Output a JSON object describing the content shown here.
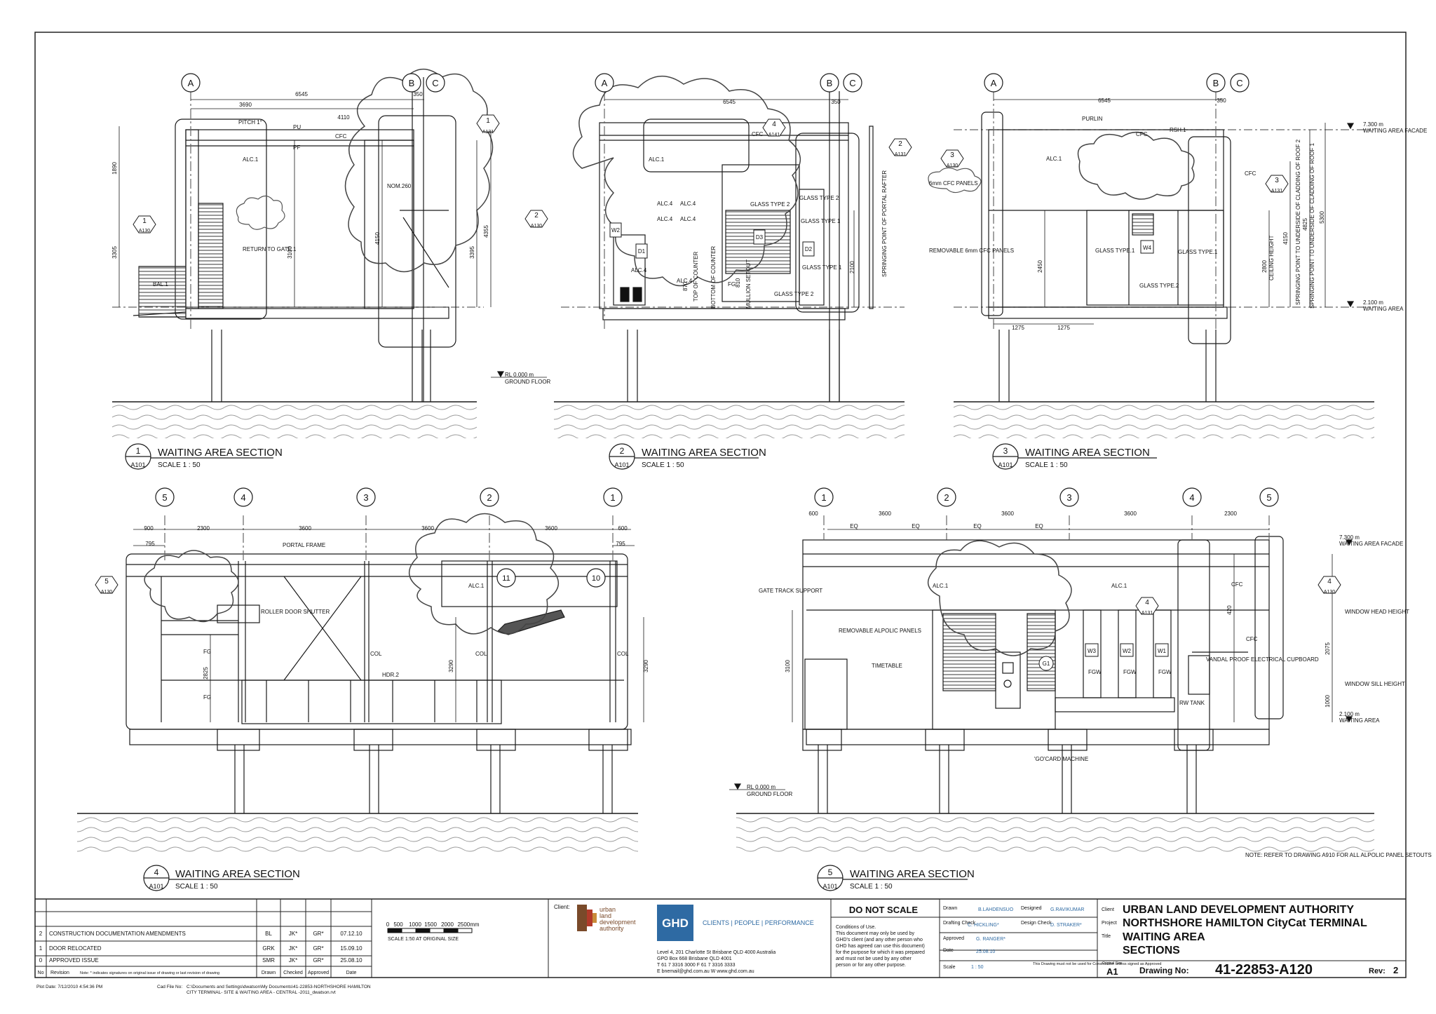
{
  "sections": [
    {
      "number": "1",
      "ref": "A101",
      "title": "WAITING AREA SECTION",
      "scale": "SCALE  1 : 50"
    },
    {
      "number": "2",
      "ref": "A101",
      "title": "WAITING AREA SECTION",
      "scale": "SCALE  1 : 50"
    },
    {
      "number": "3",
      "ref": "A101",
      "title": "WAITING AREA SECTION",
      "scale": "SCALE  1 : 50"
    },
    {
      "number": "4",
      "ref": "A101",
      "title": "WAITING AREA SECTION",
      "scale": "SCALE  1 : 50"
    },
    {
      "number": "5",
      "ref": "A101",
      "title": "WAITING AREA SECTION",
      "scale": "SCALE  1 : 50"
    }
  ],
  "grids": {
    "sec1": [
      "A",
      "B",
      "C"
    ],
    "sec2": [
      "A",
      "B",
      "C"
    ],
    "sec3": [
      "A",
      "B",
      "C"
    ],
    "sec4": [
      "5",
      "4",
      "3",
      "2",
      "1"
    ],
    "sec5": [
      "1",
      "2",
      "3",
      "4",
      "5"
    ]
  },
  "dims": {
    "s1_total": "6545",
    "s1_a": "3690",
    "s1_b": "4110",
    "s1_c": "350",
    "s1_h1": "1890",
    "s1_h2": "3305",
    "s1_h3": "3100",
    "s1_h4": "4150",
    "s1_h5": "3395",
    "s1_h6": "4355",
    "s2_total": "6545",
    "s2_c": "350",
    "s2_h1": "2100",
    "s2_h2": "870",
    "s2_h3": "810",
    "s3_total": "6545",
    "s3_c": "350",
    "s3_a": "1275",
    "s3_b": "1275",
    "s3_h1": "2450",
    "s3_h2": "2800",
    "s3_h3": "4150",
    "s3_h4": "4825",
    "s3_h5": "5300",
    "s4_a": "900",
    "s4_b": "2300",
    "s4_c": "3600",
    "s4_d": "3600",
    "s4_e": "3600",
    "s4_f": "600",
    "s4_g": "795",
    "s4_h": "795",
    "s4_h1": "2825",
    "s4_h2": "3290",
    "s4_h3": "3290",
    "s5_a": "600",
    "s5_b": "3600",
    "s5_c": "3600",
    "s5_d": "3600",
    "s5_e": "2300",
    "s5_eq": "EQ",
    "s5_h1": "3100",
    "s5_h2": "420",
    "s5_h3": "2075",
    "s5_h4": "1000"
  },
  "labels": {
    "pitch": "PITCH  1°",
    "pu": "PU",
    "pf": "PF",
    "cfc": "CFC",
    "alc1": "ALC.1",
    "alc4": "ALC.4",
    "nom": "NOM.260",
    "return_gate": "RETURN TO GATE.1",
    "bal1": "BAL.1",
    "ground_rl": "RL  0.000 m",
    "ground_floor": "GROUND FLOOR",
    "glass1": "GLASS TYPE 1",
    "glass2": "GLASS TYPE 2",
    "glass_t1": "GLASS TYPE.1",
    "glass_t2": "GLASS TYPE.2",
    "top_counter": "TOP OF COUNTER",
    "bottom_counter": "BOTTOM OF COUNTER",
    "mullion": "MULLION SETOUT",
    "fg": "FG",
    "springing_rafter": "SPRINGING POINT OF PORTAL RAFTER",
    "springing_roof": "SPRINGING POINT TO UNDERSIDE OF CLADDING OF ROOF 2",
    "springing_roof1": "SPRINGING POINT TO UNDERSIDE OF CLADDING OF ROOF 1",
    "purlin": "PURLIN",
    "rsh": "RSH.1",
    "cfc_panels": "6mm CFC PANELS",
    "removable": "REMOVABLE 6mm CFC PANELS",
    "ceiling": "CEILING HEIGHT",
    "lvl_top": "7.300 m",
    "lvl_top_name": "WAITING AREA FACADE",
    "lvl_floor": "2.100 m",
    "lvl_floor_name": "WAITING AREA",
    "portal": "PORTAL FRAME",
    "roller": "ROLLER DOOR SHUTTER",
    "col": "COL",
    "hdr": "HDR.2",
    "gate_track": "GATE TRACK SUPPORT",
    "removable_alpolic": "REMOVABLE ALPOLIC PANELS",
    "timetable": "TIMETABLE",
    "gocard": "'GO'CARD MACHINE",
    "vandal": "VANDAL PROOF ELECTRICAL CUPBOARD",
    "rw_tank": "RW TANK",
    "fgw": "FGW",
    "win_head": "WINDOW HEAD HEIGHT",
    "win_sill": "WINDOW SILL HEIGHT",
    "note": "NOTE: REFER TO DRAWING A910 FOR ALL ALPOLIC PANEL SETOUTS"
  },
  "tags": {
    "a131": "A131",
    "a130": "A130",
    "a141": "A141",
    "w1": "W1",
    "w2": "W2",
    "w3": "W3",
    "w4": "W4",
    "d1": "D1",
    "d2": "D2",
    "d3": "D3",
    "g1": "G1",
    "t1": "1",
    "t2": "2",
    "t3": "3",
    "t4": "4",
    "t5": "5",
    "t10": "10",
    "t11": "11"
  },
  "revisions": [
    {
      "no": "2",
      "desc": "CONSTRUCTION DOCUMENTATION AMENDMENTS",
      "drawn": "BL",
      "checked": "JK*",
      "approved": "GR*",
      "date": "07.12.10"
    },
    {
      "no": "1",
      "desc": "DOOR RELOCATED",
      "drawn": "GRK",
      "checked": "JK*",
      "approved": "GR*",
      "date": "15.09.10"
    },
    {
      "no": "0",
      "desc": "APPROVED ISSUE",
      "drawn": "SMR",
      "checked": "JK*",
      "approved": "GR*",
      "date": "25.08.10"
    }
  ],
  "rev_header": {
    "no": "No",
    "revision": "Revision",
    "note": "Note: * indicates signatures on original issue of drawing or last revision of drawing",
    "drawn": "Drawn",
    "checked": "Checked",
    "approved": "Approved",
    "date": "Date"
  },
  "scale_bar": {
    "ticks": [
      "0",
      "500",
      "1000",
      "1500",
      "2000",
      "2500mm"
    ],
    "caption": "SCALE 1:50   AT ORIGINAL SIZE"
  },
  "client_block": {
    "label": "Client:",
    "logo_line1": "urban",
    "logo_line2": "land",
    "logo_line3": "development",
    "logo_line4": "authority",
    "ghd": "GHD",
    "tagline": "CLIENTS | PEOPLE | PERFORMANCE",
    "addr1": "Level 4, 201 Charlotte St Brisbane QLD 4000 Australia",
    "addr2": "GPO Box 668 Brisbane QLD 4001",
    "addr3": "T 61 7 3316 3000  F 61 7 3316 3333",
    "addr4": "E bnemail@ghd.com.au  W www.ghd.com.au"
  },
  "conditions": {
    "title": "DO NOT SCALE",
    "text": [
      "Conditions of Use.",
      "This document may only be used by",
      "GHD's client (and any other person who",
      "GHD has agreed can use this document)",
      "for the purpose for which it was prepared",
      "and must not be used by any other",
      "person or for any other purpose."
    ]
  },
  "signoff": {
    "drawn_lbl": "Drawn",
    "drawn": "B.LAHDENSUO",
    "designed_lbl": "Designed",
    "designed": "G.RAVIKUMAR",
    "drafting_lbl": "Drafting Check",
    "drafting": "C. HICKLING*",
    "design_check_lbl": "Design Check",
    "design_check": "D. STRAKER*",
    "approved_lbl": "Approved",
    "approved": "G. RANGER*",
    "date_lbl": "Date",
    "date": "25.08.10",
    "scale_lbl": "Scale",
    "scale": "1 : 50",
    "construction_note": "This Drawing must not be used for Construction unless signed as Approved",
    "size_lbl": "Original Size",
    "size": "A1"
  },
  "project": {
    "client_lbl": "Client",
    "client": "URBAN LAND DEVELOPMENT AUTHORITY",
    "project_lbl": "Project",
    "project": "NORTHSHORE HAMILTON CityCat TERMINAL",
    "title_lbl": "Title",
    "title1": "WAITING AREA",
    "title2": "SECTIONS",
    "drawing_no_lbl": "Drawing No:",
    "drawing_no": "41-22853-A120",
    "rev_lbl": "Rev:",
    "rev": "2"
  },
  "footer": {
    "plot_date": "Plot Date:  7/12/2010 4:54:36 PM",
    "cad_lbl": "Cad File No:",
    "cad1": "C:\\Documents and Settings\\dwatson\\My Documents\\41-22853-NORTHSHORE HAMILTON",
    "cad2": "CITY TERMINAL- SITE & WAITING AREA - CENTRAL -2011_dwatson.rvt"
  },
  "colors": {
    "line": "#1a1a1a",
    "light": "#8a8a8a",
    "ghd_blue": "#2e6aa3",
    "uld_brown": "#7a4a2a",
    "uld_red": "#b23a2a"
  }
}
